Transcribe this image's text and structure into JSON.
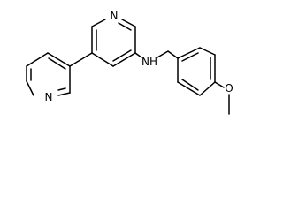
{
  "molecule": {
    "atoms": {
      "n_pyridine_top": "N",
      "n_pyridine_left": "N",
      "nh_amine": "NH",
      "o_methoxy": "O"
    }
  }
}
